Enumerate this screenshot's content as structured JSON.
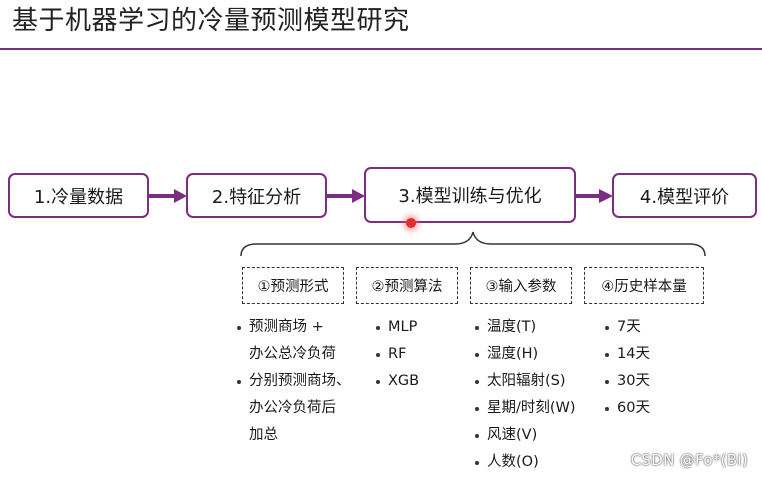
{
  "title": "基于机器学习的冷量预测模型研究",
  "colors": {
    "accent": "#7b2d82",
    "cursor": "#e0302e"
  },
  "steps": [
    "1.冷量数据",
    "2.特征分析",
    "3.模型训练与优化",
    "4.模型评价"
  ],
  "categories": [
    {
      "header": "①预测形式",
      "items": [
        {
          "lines": [
            "预测商场 +",
            "办公总冷负荷"
          ]
        },
        {
          "lines": [
            "分别预测商场、",
            "办公冷负荷后",
            "加总"
          ]
        }
      ]
    },
    {
      "header": "②预测算法",
      "items": [
        {
          "lines": [
            "MLP"
          ]
        },
        {
          "lines": [
            "RF"
          ]
        },
        {
          "lines": [
            "XGB"
          ]
        }
      ]
    },
    {
      "header": "③输入参数",
      "items": [
        {
          "lines": [
            "温度(T)"
          ]
        },
        {
          "lines": [
            "湿度(H)"
          ]
        },
        {
          "lines": [
            "太阳辐射(S)"
          ]
        },
        {
          "lines": [
            "星期/时刻(W)"
          ]
        },
        {
          "lines": [
            "风速(V)"
          ]
        },
        {
          "lines": [
            "人数(O)"
          ]
        }
      ]
    },
    {
      "header": "④历史样本量",
      "items": [
        {
          "lines": [
            "7天"
          ]
        },
        {
          "lines": [
            "14天"
          ]
        },
        {
          "lines": [
            "30天"
          ]
        },
        {
          "lines": [
            "60天"
          ]
        }
      ]
    }
  ],
  "watermark": "CSDN @Fo*(Bi)"
}
